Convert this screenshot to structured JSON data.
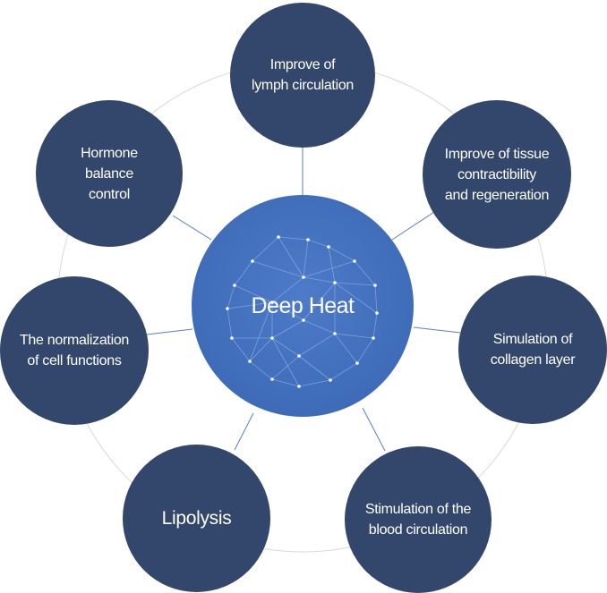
{
  "center": {
    "label": "Deep Heat"
  },
  "nodes": [
    {
      "id": "lymph",
      "label": "Improve of\nlymph circulation"
    },
    {
      "id": "tissue",
      "label": "Improve of tissue\ncontractibility\nand regeneration"
    },
    {
      "id": "collagen",
      "label": "Simulation of\ncollagen layer"
    },
    {
      "id": "blood",
      "label": "Stimulation of the\nblood circulation"
    },
    {
      "id": "lipolysis",
      "label": "Lipolysis"
    },
    {
      "id": "cell",
      "label": "The normalization\nof cell functions"
    },
    {
      "id": "hormone",
      "label": "Hormone\nbalance\ncontrol"
    }
  ],
  "colors": {
    "node": "#33466b",
    "center": "#4270bd",
    "connector": "#5a7fc0",
    "ring": "#d9d9d9"
  }
}
